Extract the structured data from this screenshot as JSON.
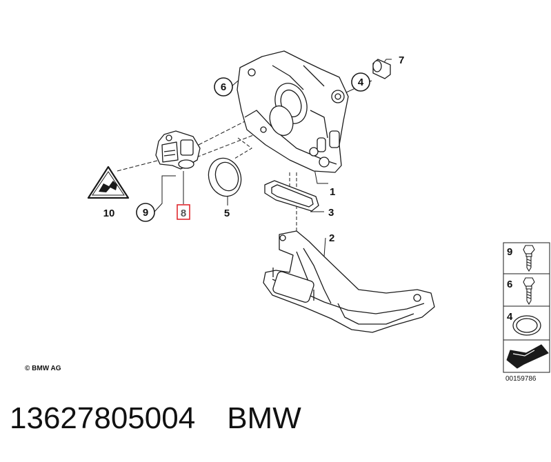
{
  "diagram": {
    "callouts": [
      {
        "id": "c1",
        "label": "1"
      },
      {
        "id": "c2",
        "label": "2"
      },
      {
        "id": "c3",
        "label": "3"
      },
      {
        "id": "c4",
        "label": "4"
      },
      {
        "id": "c5",
        "label": "5"
      },
      {
        "id": "c6",
        "label": "6"
      },
      {
        "id": "c7",
        "label": "7"
      },
      {
        "id": "c8",
        "label": "8",
        "highlighted": true
      },
      {
        "id": "c9",
        "label": "9"
      },
      {
        "id": "c10",
        "label": "10"
      }
    ],
    "legend": [
      {
        "label": "9",
        "icon": "bolt-icon"
      },
      {
        "label": "6",
        "icon": "bolt-icon"
      },
      {
        "label": "4",
        "icon": "seal-ring-icon"
      }
    ],
    "legend_icon": "arrow-icon",
    "diagram_code": "00159786",
    "copyright": "© BMW AG",
    "warning_icon": "electrical-hazard-warning-icon"
  },
  "caption": {
    "part_number": "13627805004",
    "brand": "BMW"
  },
  "colors": {
    "line": "#1a1a1a",
    "highlight": "#e0282e",
    "background": "#ffffff"
  }
}
